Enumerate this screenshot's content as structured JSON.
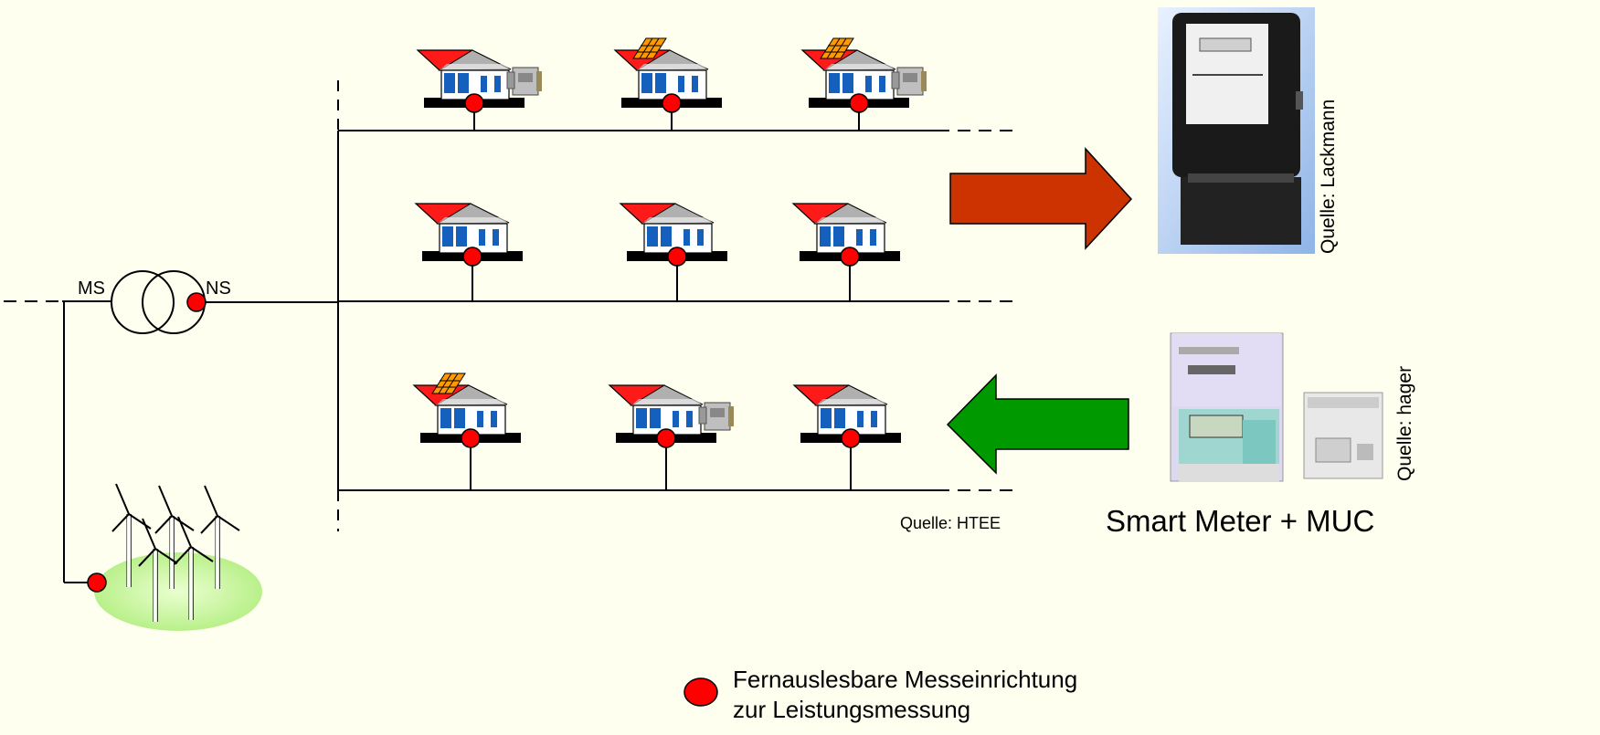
{
  "transformer": {
    "left_label": "MS",
    "right_label": "NS"
  },
  "sources": {
    "htee": "Quelle: HTEE",
    "lackmann": "Quelle: Lackmann",
    "hager": "Quelle: hager"
  },
  "smart_meter_caption": "Smart Meter + MUC",
  "legend": {
    "line1": "Fernauslesbare Messeinrichtung",
    "line2": "zur Leistungsmessung"
  },
  "colors": {
    "background": "#fffff0",
    "meter_dot": "#ff0000",
    "roof": "#ff0000",
    "arrow_right": "#cc3300",
    "arrow_left": "#009900",
    "wind_field": "#ccff99"
  },
  "feeders": [
    {
      "houses": [
        {
          "solar": false,
          "muc": true
        },
        {
          "solar": true,
          "muc": false
        },
        {
          "solar": true,
          "muc": true
        }
      ]
    },
    {
      "houses": [
        {
          "solar": false,
          "muc": false
        },
        {
          "solar": false,
          "muc": false
        },
        {
          "solar": false,
          "muc": false
        }
      ]
    },
    {
      "houses": [
        {
          "solar": true,
          "muc": false
        },
        {
          "solar": false,
          "muc": true
        },
        {
          "solar": false,
          "muc": false
        }
      ]
    }
  ]
}
